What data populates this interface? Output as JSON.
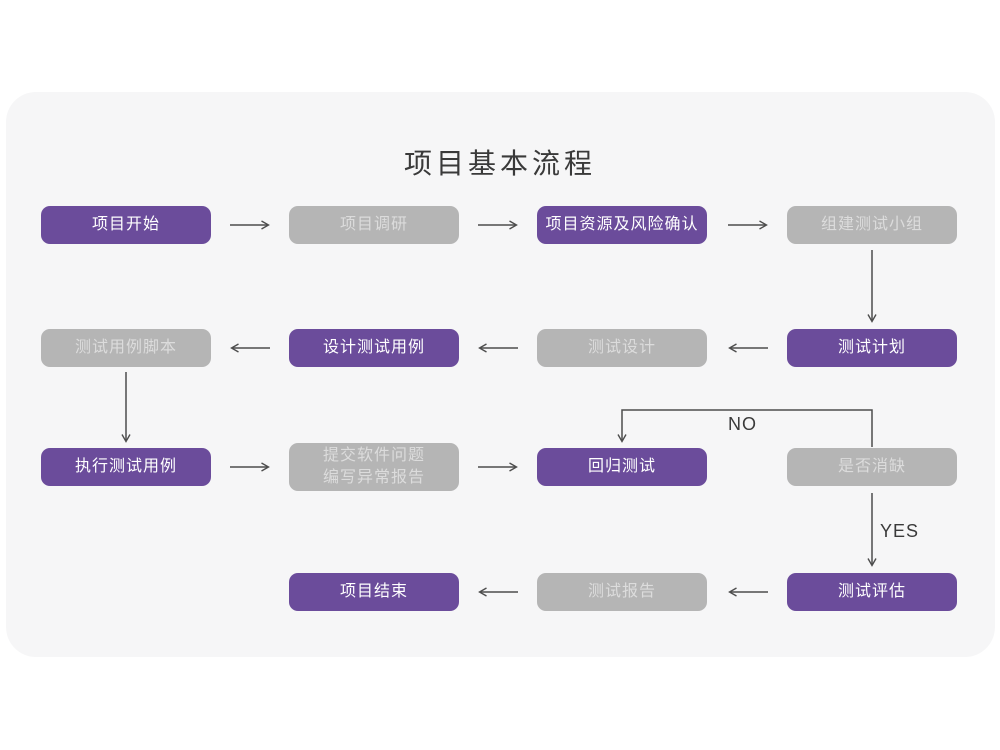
{
  "title": "项目基本流程",
  "colors": {
    "page_bg": "#ffffff",
    "card_bg": "#f6f6f7",
    "purple_box": "#6B4C9B",
    "gray_box": "#b5b5b5",
    "purple_box_text": "#ffffff",
    "gray_box_text": "#dcdcdc",
    "arrow": "#4d4d4d",
    "title_text": "#3a3a3a"
  },
  "nodes": [
    {
      "label": "项目开始",
      "variant": "purple"
    },
    {
      "label": "项目调研",
      "variant": "gray"
    },
    {
      "label": "项目资源及风险确认",
      "variant": "purple"
    },
    {
      "label": "组建测试小组",
      "variant": "gray"
    },
    {
      "label": "测试计划",
      "variant": "purple"
    },
    {
      "label": "测试设计",
      "variant": "gray"
    },
    {
      "label": "设计测试用例",
      "variant": "purple"
    },
    {
      "label": "测试用例脚本",
      "variant": "gray"
    },
    {
      "label": "执行测试用例",
      "variant": "purple"
    },
    {
      "label_line1": "提交软件问题",
      "label_line2": "编写异常报告",
      "variant": "gray"
    },
    {
      "label": "回归测试",
      "variant": "purple"
    },
    {
      "label": "是否消缺",
      "variant": "gray"
    },
    {
      "label": "测试评估",
      "variant": "purple"
    },
    {
      "label": "测试报告",
      "variant": "gray"
    },
    {
      "label": "项目结束",
      "variant": "purple"
    }
  ],
  "edge_labels": {
    "no": "NO",
    "yes": "YES"
  }
}
